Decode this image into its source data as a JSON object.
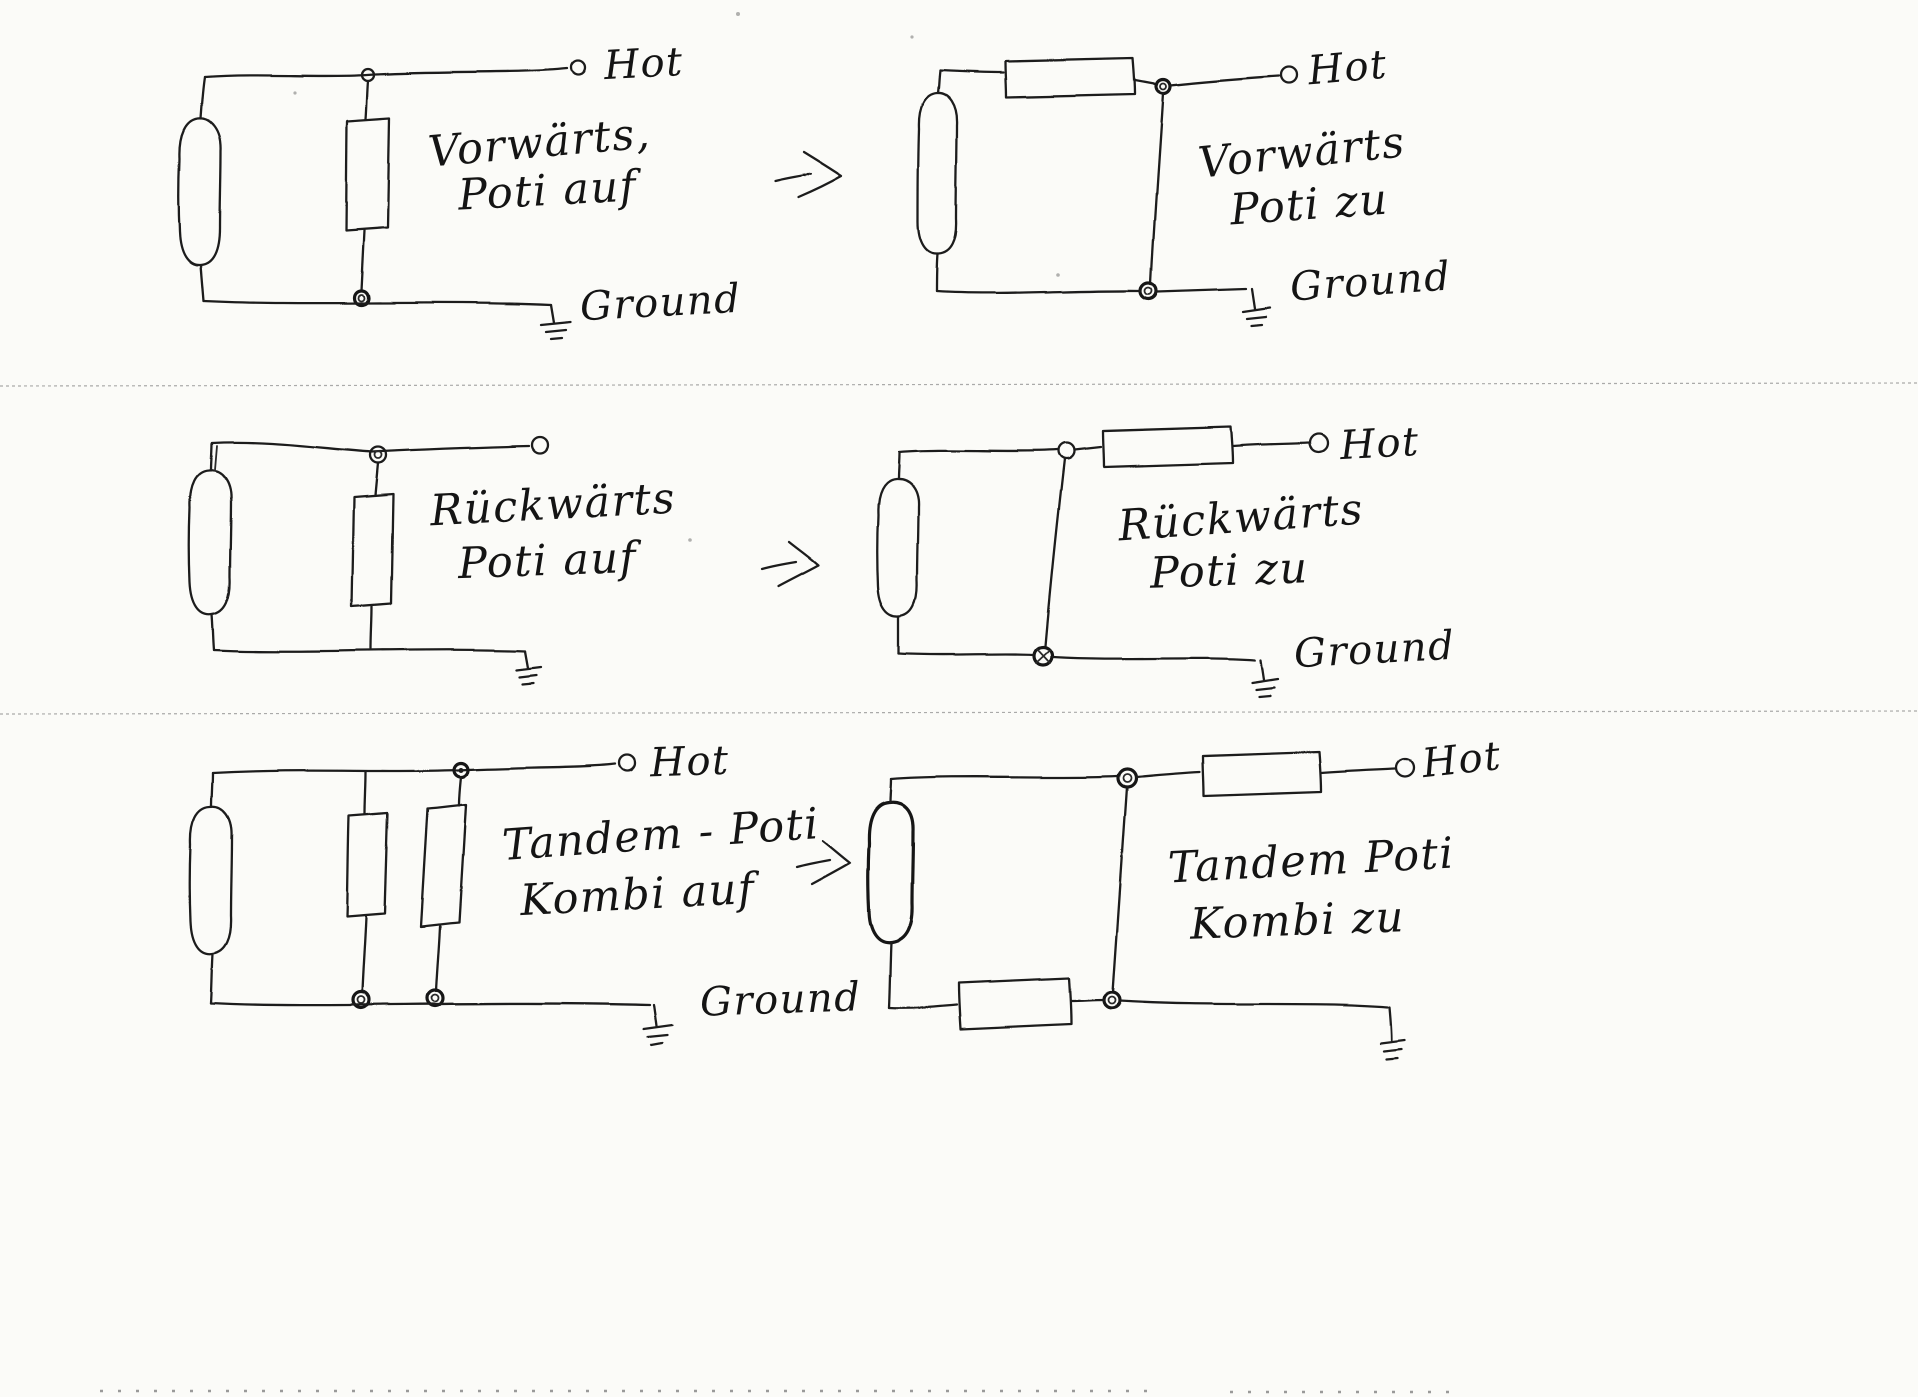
{
  "rows": [
    {
      "left": {
        "title_line1": "Vorwärts,",
        "title_line2": "Poti auf",
        "hot": "Hot",
        "ground": "Ground"
      },
      "right": {
        "title_line1": "Vorwärts",
        "title_line2": "Poti zu",
        "hot": "Hot",
        "ground": "Ground"
      }
    },
    {
      "left": {
        "title_line1": "Rückwärts",
        "title_line2": "Poti auf"
      },
      "right": {
        "title_line1": "Rückwärts",
        "title_line2": "Poti zu",
        "hot": "Hot",
        "ground": "Ground"
      }
    },
    {
      "left": {
        "title_line1": "Tandem - Poti",
        "title_line2": "Kombi auf",
        "hot": "Hot",
        "ground": "Ground"
      },
      "right": {
        "title_line1": "Tandem Poti",
        "title_line2": "Kombi zu",
        "hot": "Hot"
      }
    }
  ]
}
